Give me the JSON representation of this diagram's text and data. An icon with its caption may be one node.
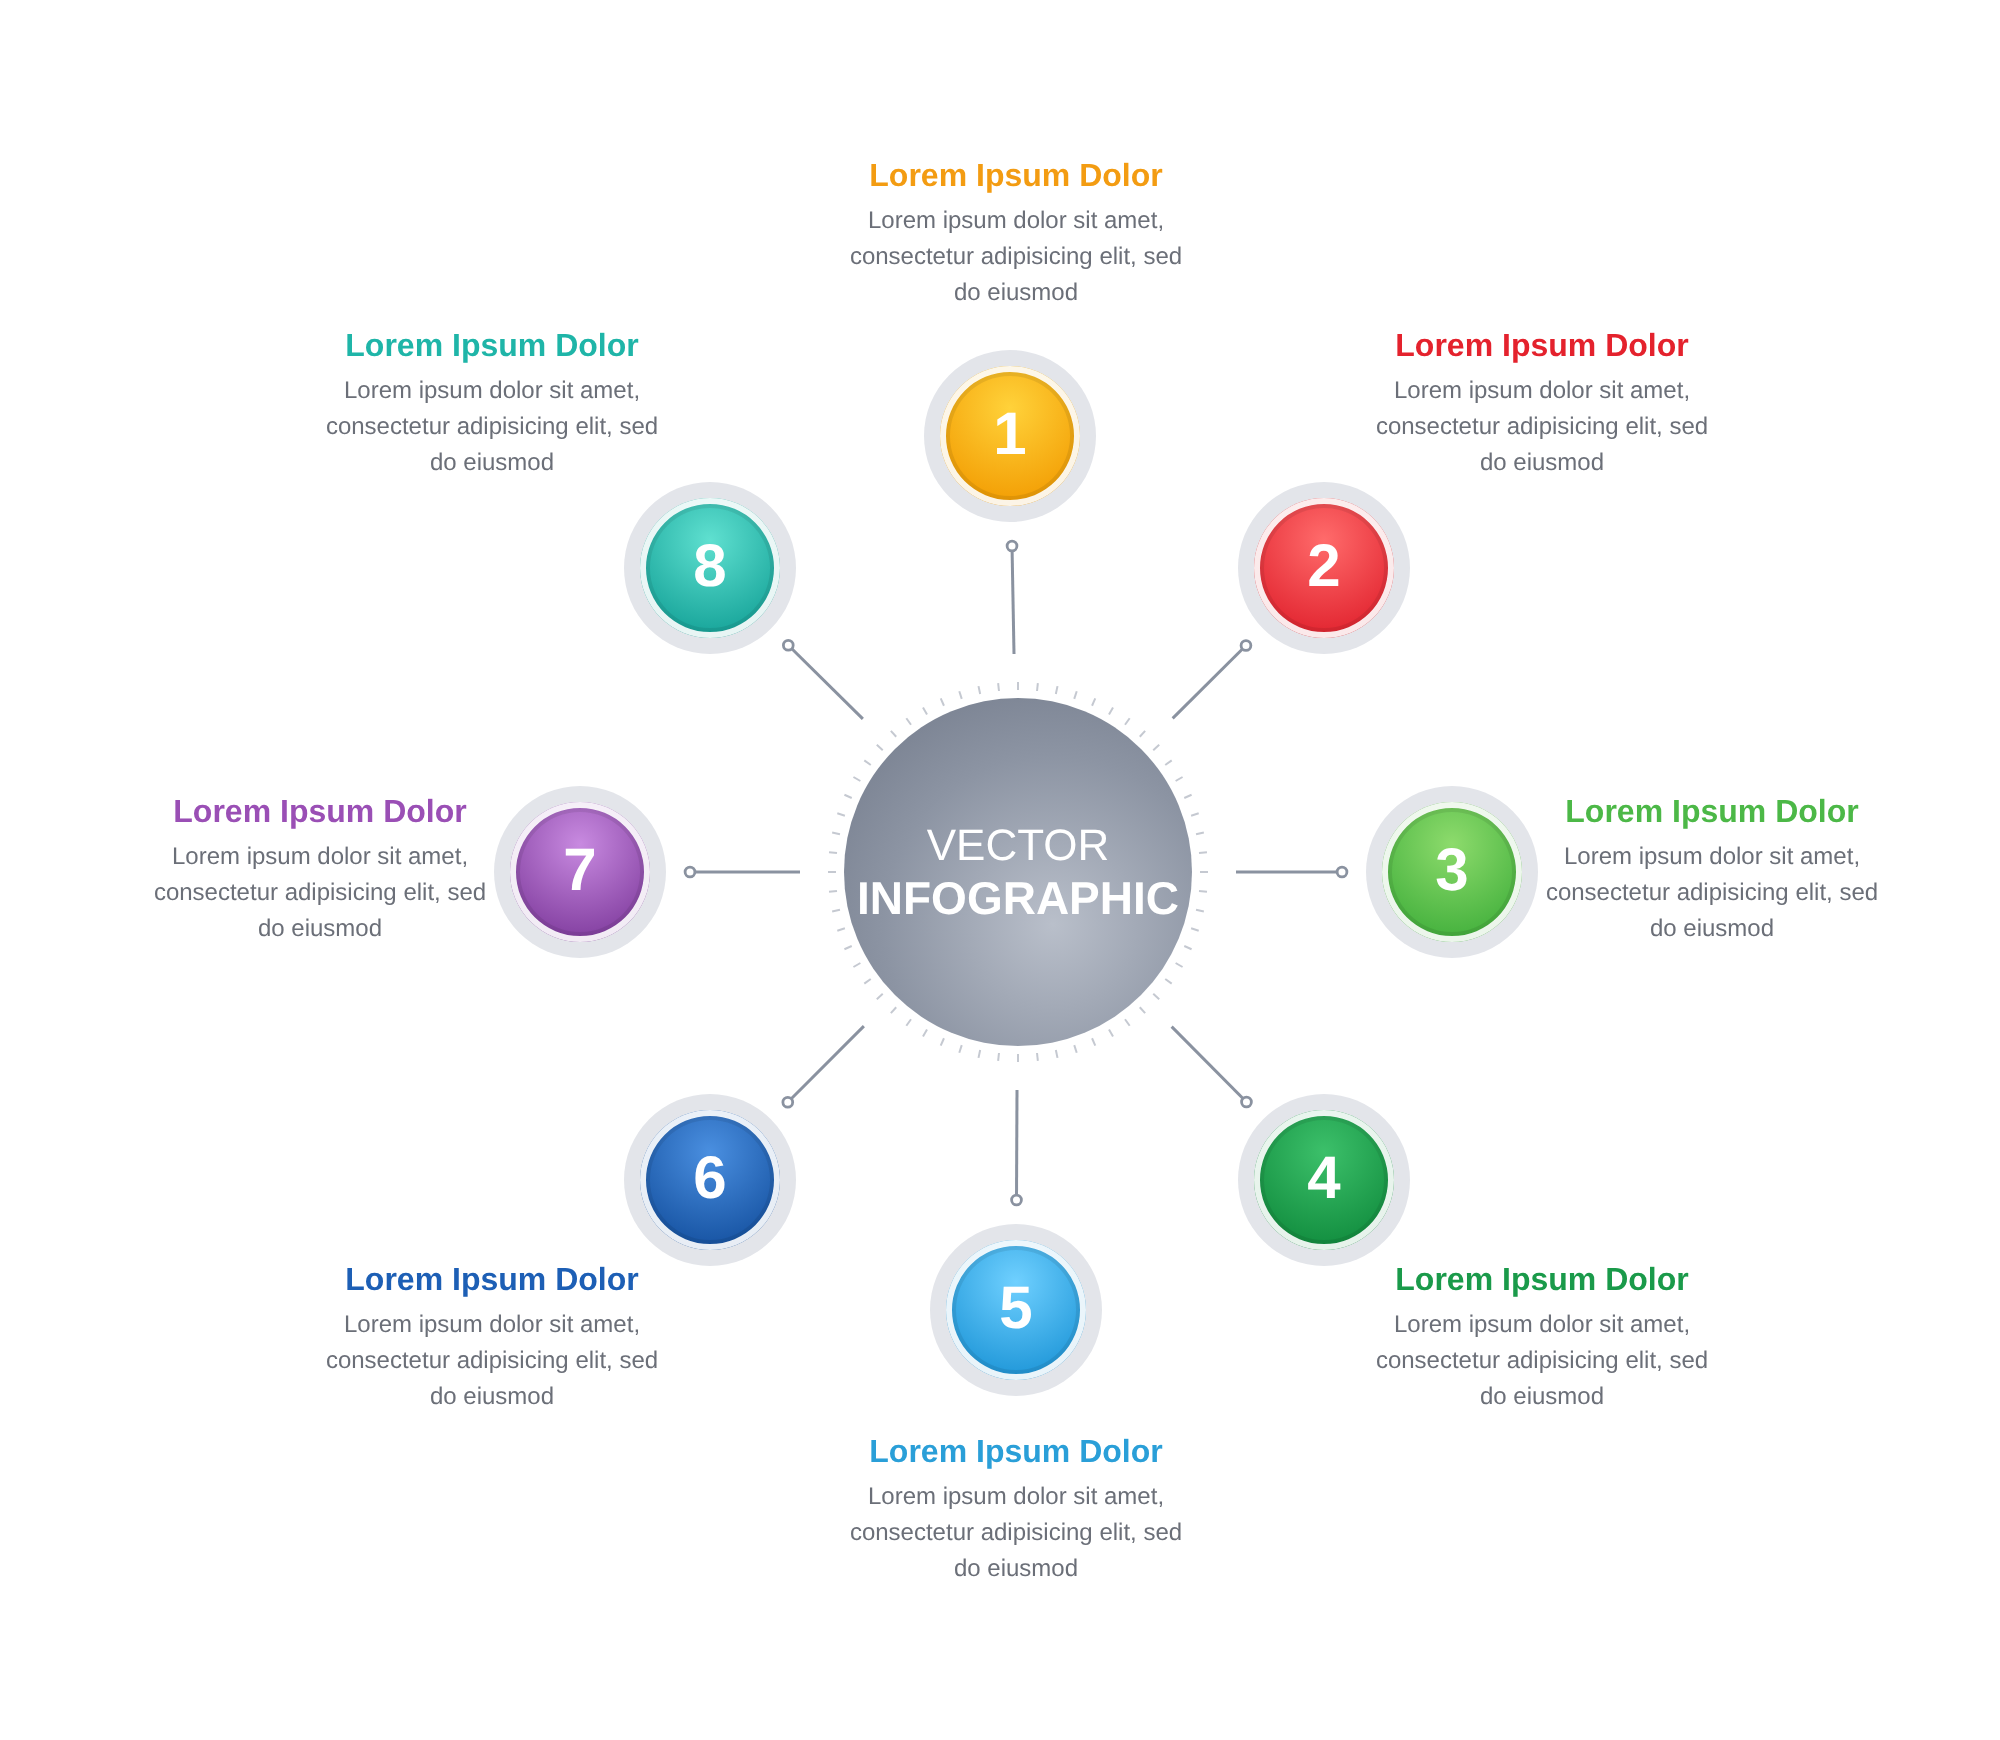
{
  "diagram": {
    "nodes": [
      {
        "text": [
          "VECTOR",
          "INFOGRAPHIC"
        ]
      },
      {
        "text": [
          "1"
        ],
        "beside": [
          "Lorem Ipsum Dolor",
          "Lorem ipsum dolor sit amet, consectetur adipisicing elit, sed do eiusmod"
        ]
      },
      {
        "text": [
          "2"
        ],
        "beside": [
          "Lorem Ipsum Dolor",
          "Lorem ipsum dolor sit amet, consectetur adipisicing elit, sed do eiusmod"
        ]
      },
      {
        "text": [
          "3"
        ],
        "beside": [
          "Lorem Ipsum Dolor",
          "Lorem ipsum dolor sit amet, consectetur adipisicing elit, sed do eiusmod"
        ]
      },
      {
        "text": [
          "4"
        ],
        "beside": [
          "Lorem Ipsum Dolor",
          "Lorem ipsum dolor sit amet, consectetur adipisicing elit, sed do eiusmod"
        ]
      },
      {
        "text": [
          "5"
        ],
        "beside": [
          "Lorem Ipsum Dolor",
          "Lorem ipsum dolor sit amet, consectetur adipisicing elit, sed do eiusmod"
        ]
      },
      {
        "text": [
          "6"
        ],
        "beside": [
          "Lorem Ipsum Dolor",
          "Lorem ipsum dolor sit amet, consectetur adipisicing elit, sed do eiusmod"
        ]
      },
      {
        "text": [
          "7"
        ],
        "beside": [
          "Lorem Ipsum Dolor",
          "Lorem ipsum dolor sit amet, consectetur adipisicing elit, sed do eiusmod"
        ]
      },
      {
        "text": [
          "8"
        ],
        "beside": [
          "Lorem Ipsum Dolor",
          "Lorem ipsum dolor sit amet, consectetur adipisicing elit, sed do eiusmod"
        ]
      }
    ],
    "edges": [
      {
        "from": 0,
        "to": 1,
        "arrow": "other"
      },
      {
        "from": 0,
        "to": 2,
        "arrow": "other"
      },
      {
        "from": 0,
        "to": 3,
        "arrow": "other"
      },
      {
        "from": 0,
        "to": 4,
        "arrow": "other"
      },
      {
        "from": 0,
        "to": 5,
        "arrow": "other"
      },
      {
        "from": 0,
        "to": 6,
        "arrow": "other"
      },
      {
        "from": 0,
        "to": 7,
        "arrow": "other"
      },
      {
        "from": 0,
        "to": 8,
        "arrow": "other"
      }
    ]
  }
}
